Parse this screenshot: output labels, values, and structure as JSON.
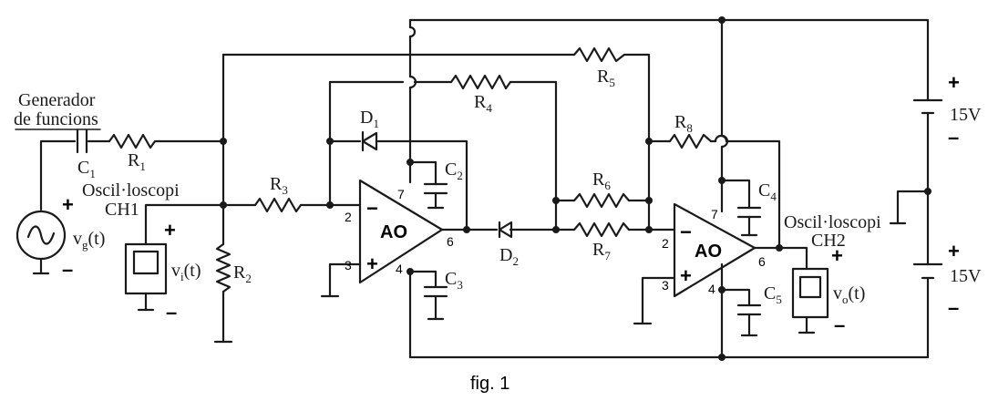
{
  "labels": {
    "generator_line1": "Generador",
    "generator_line2": "de funcions",
    "c1": "C",
    "c1_sub": "1",
    "r1": "R",
    "r1_sub": "1",
    "vg": "v",
    "vg_sub": "g",
    "vg_t": "(t)",
    "osc1_line1": "Oscil·loscopi",
    "osc1_line2": "CH1",
    "vi": "v",
    "vi_sub": "i",
    "vi_t": "(t)",
    "r2": "R",
    "r2_sub": "2",
    "r3": "R",
    "r3_sub": "3",
    "d1": "D",
    "d1_sub": "1",
    "r4": "R",
    "r4_sub": "4",
    "r5": "R",
    "r5_sub": "5",
    "c2": "C",
    "c2_sub": "2",
    "c3": "C",
    "c3_sub": "3",
    "ao1": "AO",
    "d2": "D",
    "d2_sub": "2",
    "r6": "R",
    "r6_sub": "6",
    "r7": "R",
    "r7_sub": "7",
    "r8": "R",
    "r8_sub": "8",
    "c4": "C",
    "c4_sub": "4",
    "c5": "C",
    "c5_sub": "5",
    "ao2": "AO",
    "osc2_line1": "Oscil·loscopi",
    "osc2_line2": "CH2",
    "vo": "v",
    "vo_sub": "o",
    "vo_t": "(t)",
    "supply_top": "15V",
    "supply_bottom": "15V",
    "caption": "fig. 1"
  },
  "pins": {
    "ao1_inv": "2",
    "ao1_noninv": "3",
    "ao1_vplus": "7",
    "ao1_vminus": "4",
    "ao1_out": "6",
    "ao2_inv": "2",
    "ao2_noninv": "3",
    "ao2_vplus": "7",
    "ao2_vminus": "4",
    "ao2_out": "6"
  },
  "signs": {
    "plus": "+",
    "minus": "−",
    "dash": "–"
  }
}
